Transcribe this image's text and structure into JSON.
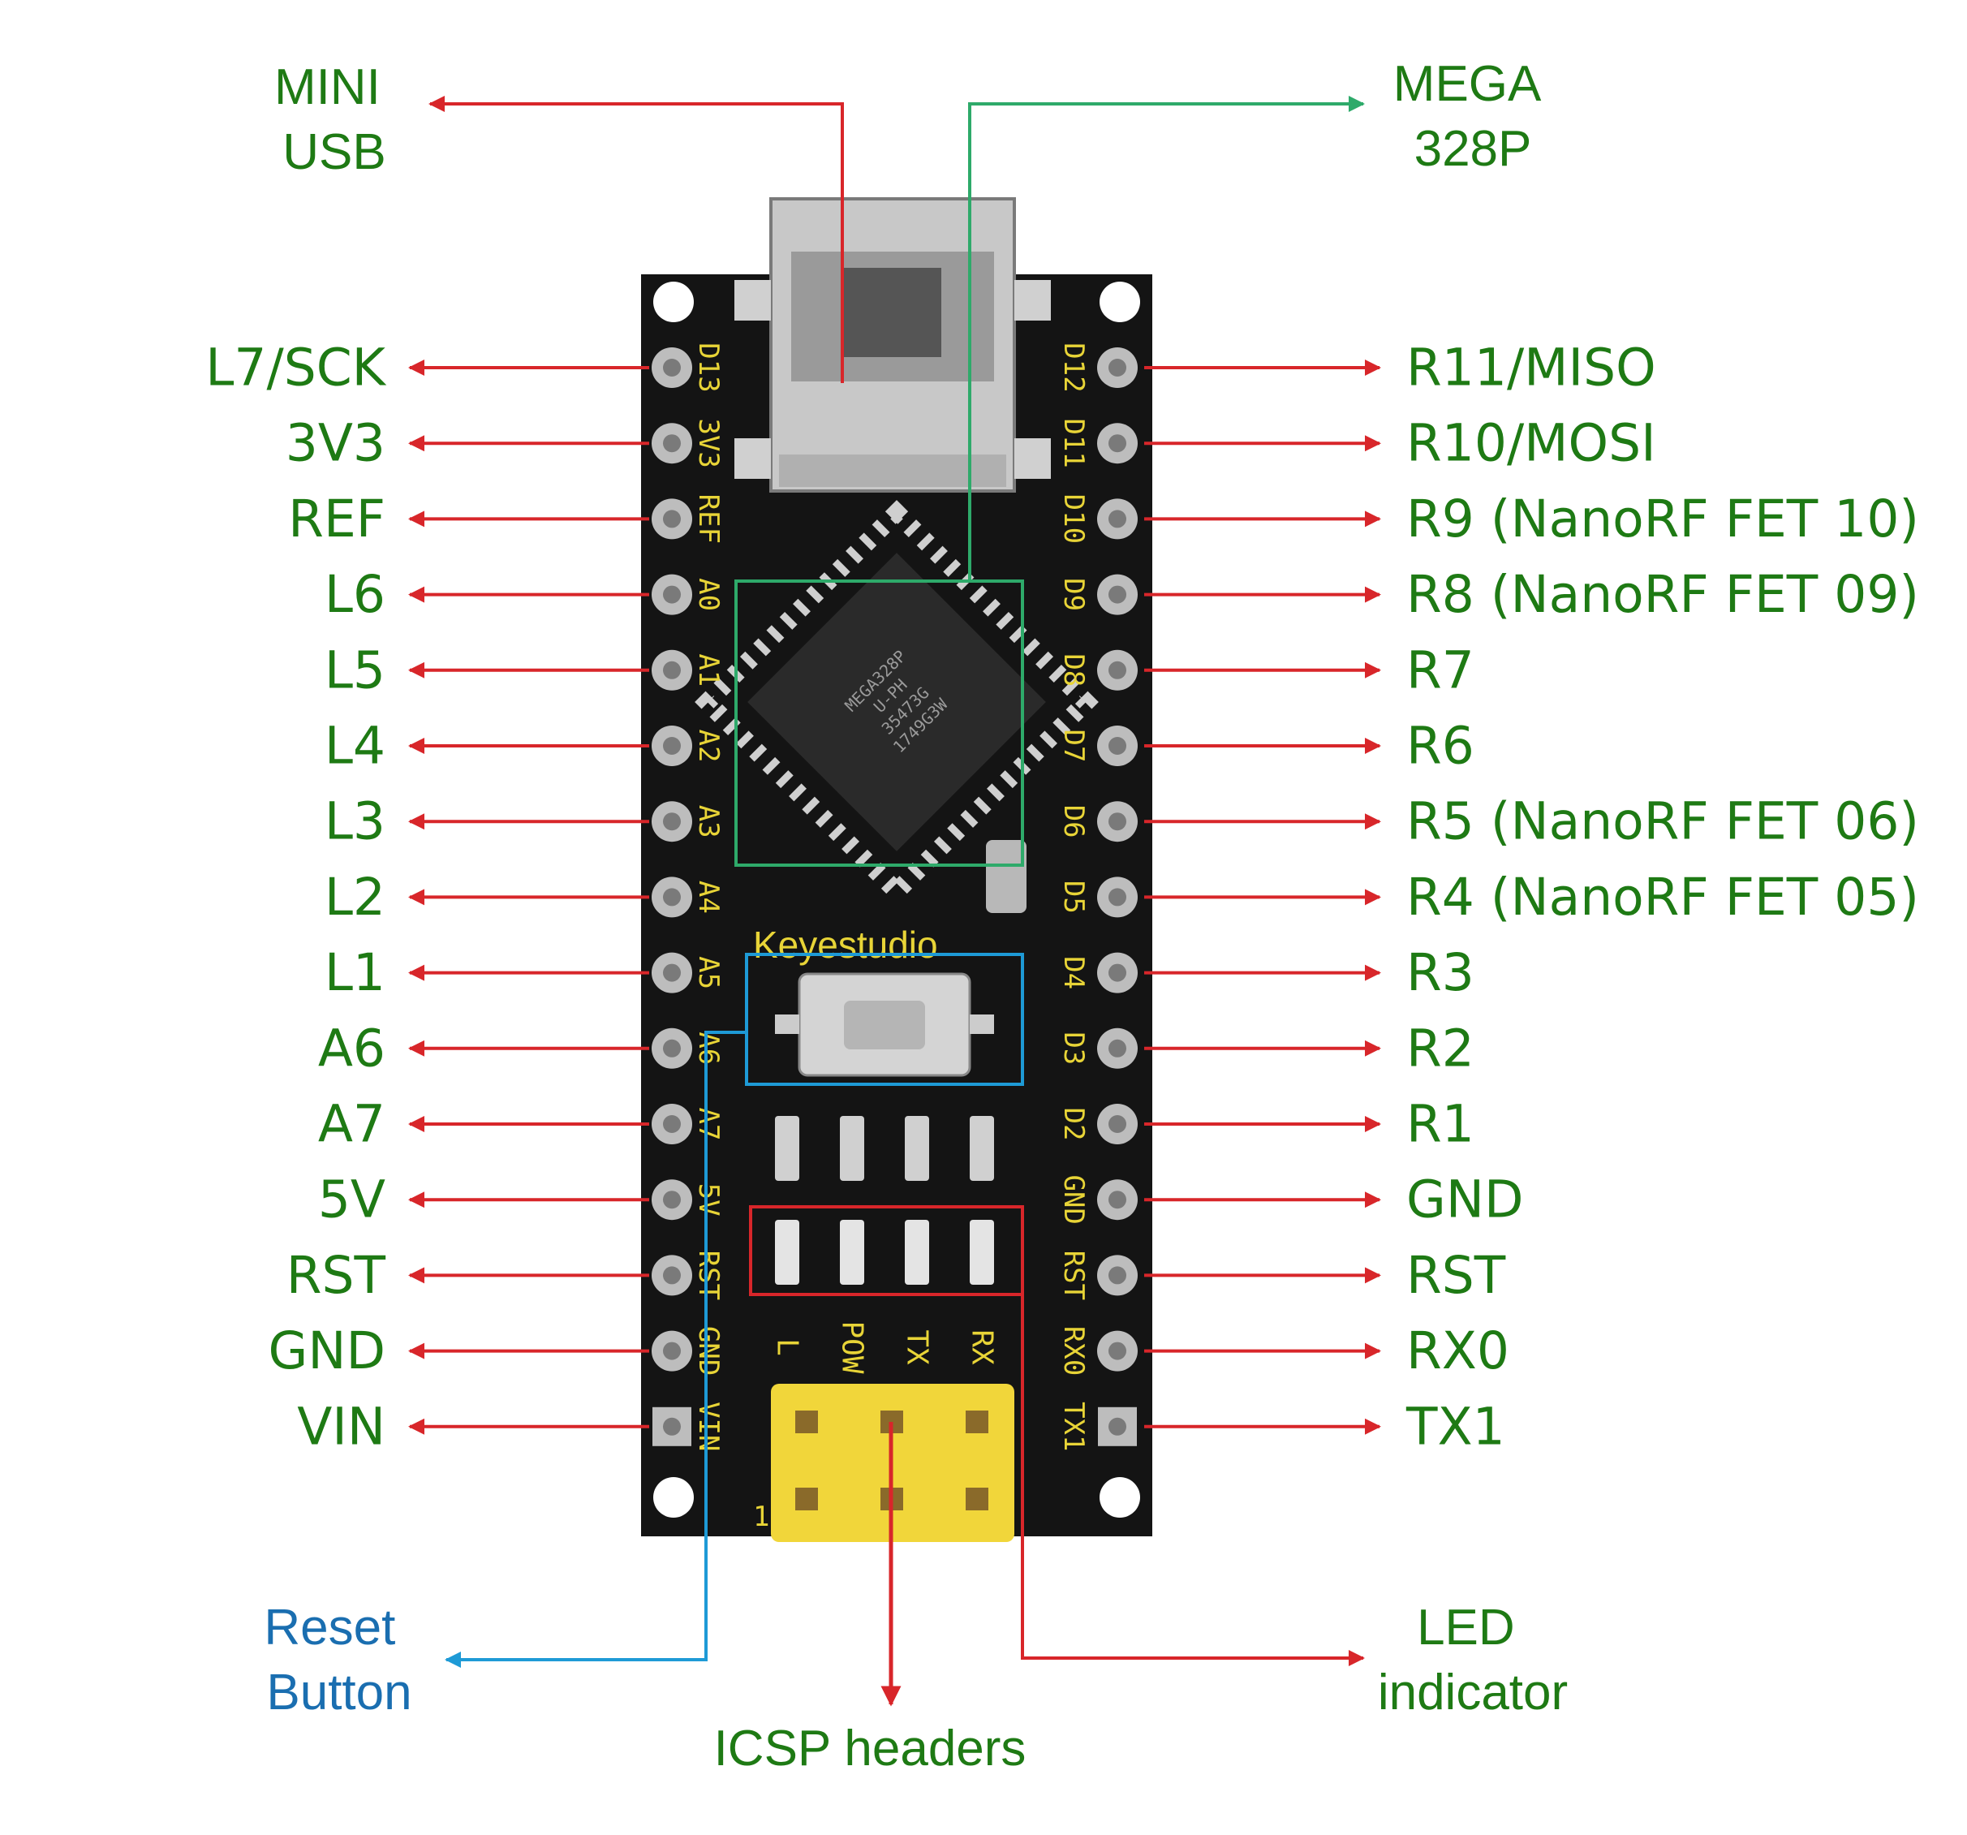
{
  "colors": {
    "label_green": "#1e7a14",
    "arrow_red": "#d8262a",
    "arrow_green": "#2eaa6a",
    "arrow_blue": "#1e9ad6",
    "label_blue": "#1a6eb0",
    "board": "#141414",
    "silkscreen": "#e8d437"
  },
  "left_pins": [
    {
      "label": "L7/SCK",
      "silk": "D13"
    },
    {
      "label": "3V3",
      "silk": "3V3"
    },
    {
      "label": "REF",
      "silk": "REF"
    },
    {
      "label": "L6",
      "silk": "A0"
    },
    {
      "label": "L5",
      "silk": "A1"
    },
    {
      "label": "L4",
      "silk": "A2"
    },
    {
      "label": "L3",
      "silk": "A3"
    },
    {
      "label": "L2",
      "silk": "A4"
    },
    {
      "label": "L1",
      "silk": "A5"
    },
    {
      "label": "A6",
      "silk": "A6"
    },
    {
      "label": "A7",
      "silk": "A7"
    },
    {
      "label": "5V",
      "silk": "5V"
    },
    {
      "label": "RST",
      "silk": "RST"
    },
    {
      "label": "GND",
      "silk": "GND"
    },
    {
      "label": "VIN",
      "silk": "VIN"
    }
  ],
  "right_pins": [
    {
      "label": "R11/MISO",
      "silk": "D12"
    },
    {
      "label": "R10/MOSI",
      "silk": "D11"
    },
    {
      "label": "R9 (NanoRF FET 10)",
      "silk": "D10"
    },
    {
      "label": "R8 (NanoRF FET 09)",
      "silk": "D9"
    },
    {
      "label": "R7",
      "silk": "D8"
    },
    {
      "label": "R6",
      "silk": "D7"
    },
    {
      "label": "R5 (NanoRF FET 06)",
      "silk": "D6"
    },
    {
      "label": "R4 (NanoRF FET 05)",
      "silk": "D5"
    },
    {
      "label": "R3",
      "silk": "D4"
    },
    {
      "label": "R2",
      "silk": "D3"
    },
    {
      "label": "R1",
      "silk": "D2"
    },
    {
      "label": "GND",
      "silk": "GND"
    },
    {
      "label": "RST",
      "silk": "RST"
    },
    {
      "label": "RX0",
      "silk": "RX0"
    },
    {
      "label": "TX1",
      "silk": "TX1"
    }
  ],
  "callouts": {
    "mini_usb": [
      "MINI",
      "USB"
    ],
    "mega": [
      "MEGA",
      "328P"
    ],
    "reset": [
      "Reset",
      "Button"
    ],
    "led": [
      "LED",
      "indicator"
    ],
    "icsp": "ICSP headers"
  },
  "board": {
    "brand": "Keyestudio",
    "chip_lines": [
      "MEGA328P",
      "U-PH",
      "35473G",
      "1749G3W"
    ],
    "led_labels": [
      "L",
      "POW",
      "TX",
      "RX"
    ],
    "icsp_pin1": "1"
  }
}
